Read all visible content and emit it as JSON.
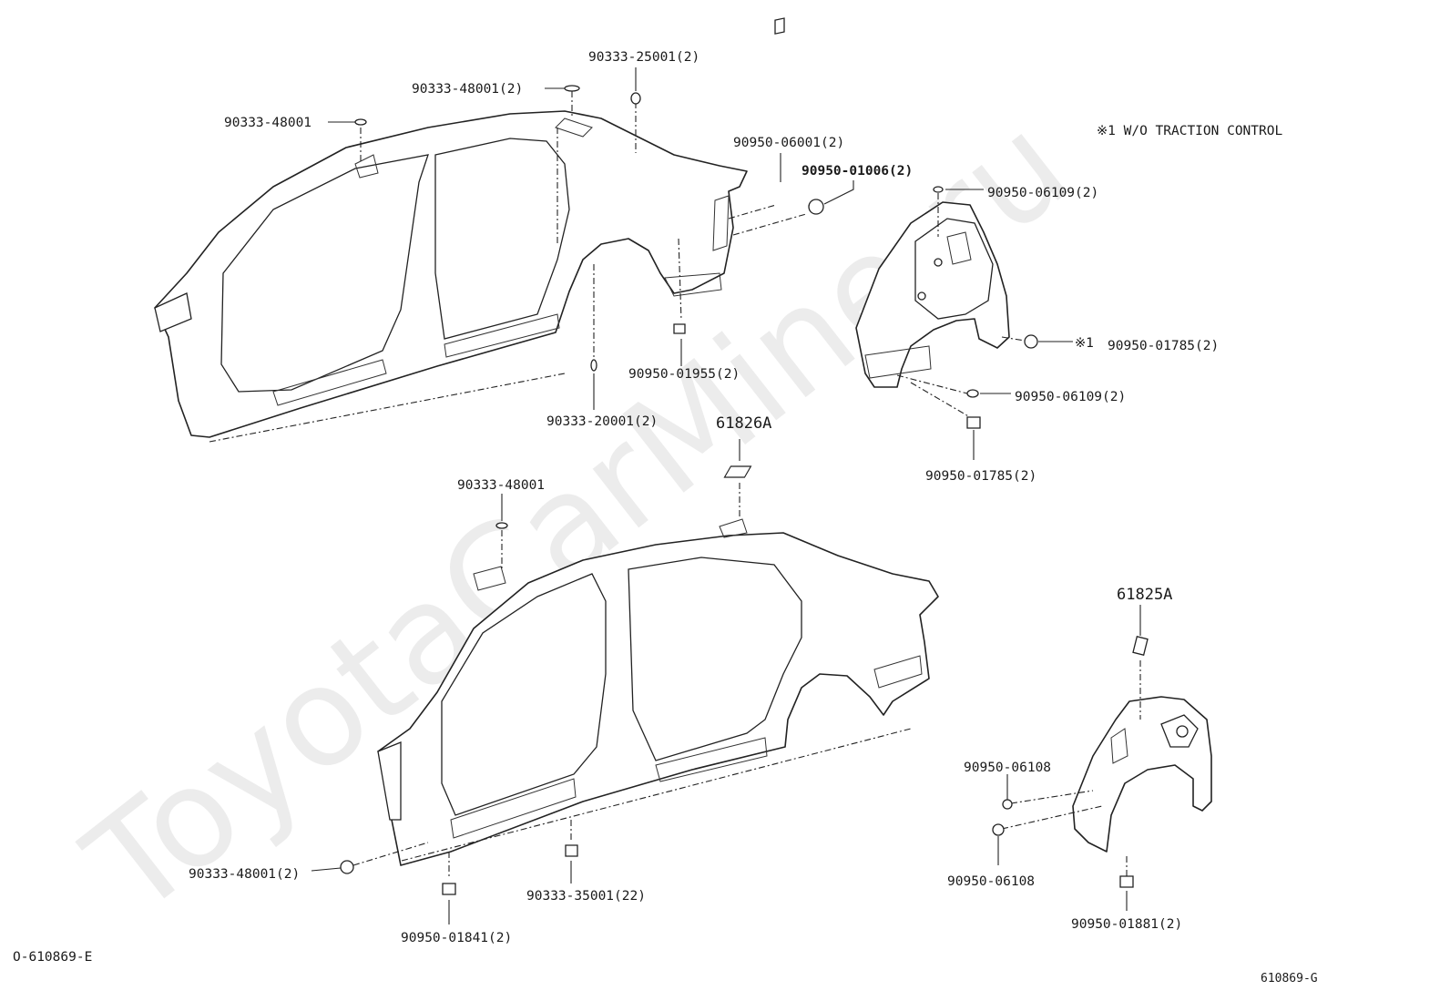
{
  "watermark": "ToyotaCarMine.ru",
  "note": "※1  W/O TRACTION CONTROL",
  "labels": {
    "l01": "90333-25001(2)",
    "l02": "90333-48001(2)",
    "l03": "90333-48001",
    "l04": "90950-06001(2)",
    "l05": "90950-01006(2)",
    "l06": "90950-06109(2)",
    "l07": "※1",
    "l08": "90950-01785(2)",
    "l09": "90950-06109(2)",
    "l10": "90950-01785(2)",
    "l11": "90950-01955(2)",
    "l12": "90333-20001(2)",
    "l13": "61826A",
    "l14": "90333-48001",
    "l15": "61825A",
    "l16": "90950-06108",
    "l17": "90950-06108",
    "l18": "90333-48001(2)",
    "l19": "90333-35001(22)",
    "l20": "90950-01841(2)",
    "l21": "90950-01881(2)"
  },
  "footer": {
    "left_code": "O-610869-E",
    "right_code": "610869-G"
  }
}
